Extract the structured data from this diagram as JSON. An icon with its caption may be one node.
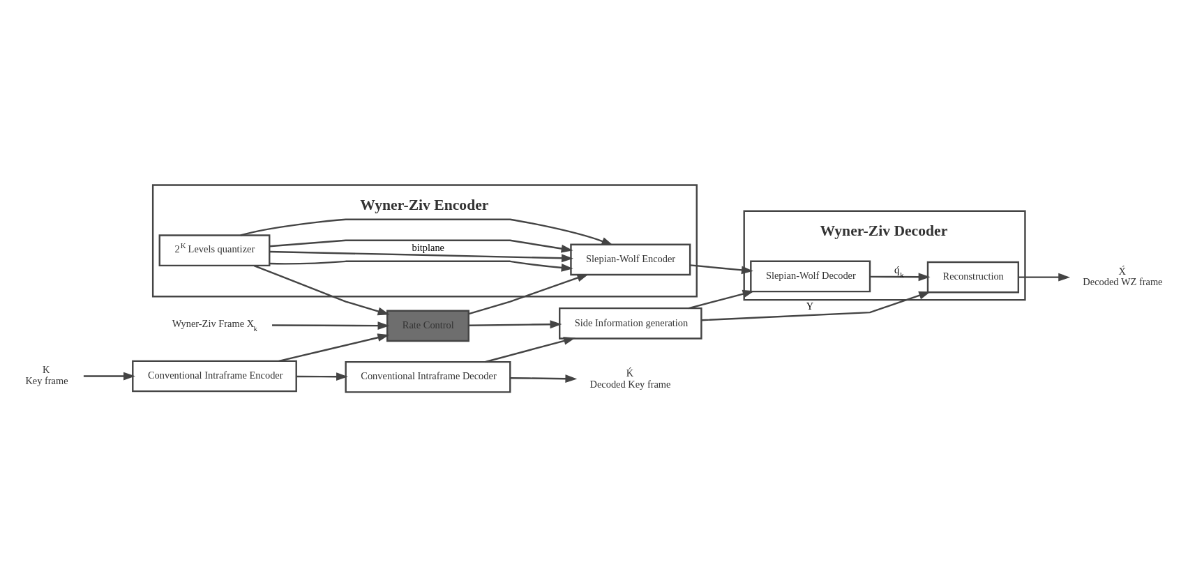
{
  "diagram": {
    "nodes": [
      {
        "text": [
          "Wyner-Ziv Encoder"
        ]
      },
      {
        "text": [
          "2$^{K}$ Levels quantizer"
        ],
        "in": 0
      },
      {
        "text": [
          "Slepian-Wolf Encoder"
        ],
        "in": 0
      },
      {
        "text": [
          "Wyner-Ziv Decoder"
        ]
      },
      {
        "text": [
          "Slepian-Wolf Decoder"
        ],
        "in": 3
      },
      {
        "text": [
          "Reconstruction"
        ],
        "in": 3
      },
      {
        "text": [
          "Wyner-Ziv Frame X$_{k}$"
        ]
      },
      {
        "text": [
          "Rate Control"
        ]
      },
      {
        "text": [
          "Side Information generation"
        ]
      },
      {
        "text": [
          "K",
          "Key frame"
        ]
      },
      {
        "text": [
          "Conventional Intraframe Encoder"
        ]
      },
      {
        "text": [
          "Conventional Intraframe Decoder"
        ]
      },
      {
        "text": [
          "X́",
          "Decoded WZ frame"
        ]
      },
      {
        "text": [
          "Ḱ",
          "Decoded Key frame"
        ]
      }
    ],
    "edges": [
      {
        "from": 1,
        "to": 2,
        "arrow": "to",
        "label": "bitplane"
      },
      {
        "from": 1,
        "to": 2,
        "arrow": "to"
      },
      {
        "from": 1,
        "to": 2,
        "arrow": "to"
      },
      {
        "from": 1,
        "to": 2,
        "arrow": "to"
      },
      {
        "from": 2,
        "to": 4,
        "arrow": "to"
      },
      {
        "from": 4,
        "to": 5,
        "arrow": "to",
        "label": "q́$_{k}$"
      },
      {
        "from": 5,
        "to": 12,
        "arrow": "to"
      },
      {
        "from": 6,
        "to": 7,
        "arrow": "to"
      },
      {
        "from": 1,
        "to": 7,
        "arrow": "to"
      },
      {
        "from": 7,
        "to": 2,
        "arrow": "to"
      },
      {
        "from": 7,
        "to": 8,
        "arrow": "to"
      },
      {
        "from": 8,
        "to": 5,
        "arrow": "to",
        "label": "Y"
      },
      {
        "from": 8,
        "to": 4,
        "arrow": "to"
      },
      {
        "from": 9,
        "to": 10,
        "arrow": "to"
      },
      {
        "from": 10,
        "to": 7,
        "arrow": "to"
      },
      {
        "from": 10,
        "to": 11,
        "arrow": "to"
      },
      {
        "from": 11,
        "to": 8,
        "arrow": "to"
      },
      {
        "from": 11,
        "to": 13,
        "arrow": "to"
      }
    ]
  }
}
